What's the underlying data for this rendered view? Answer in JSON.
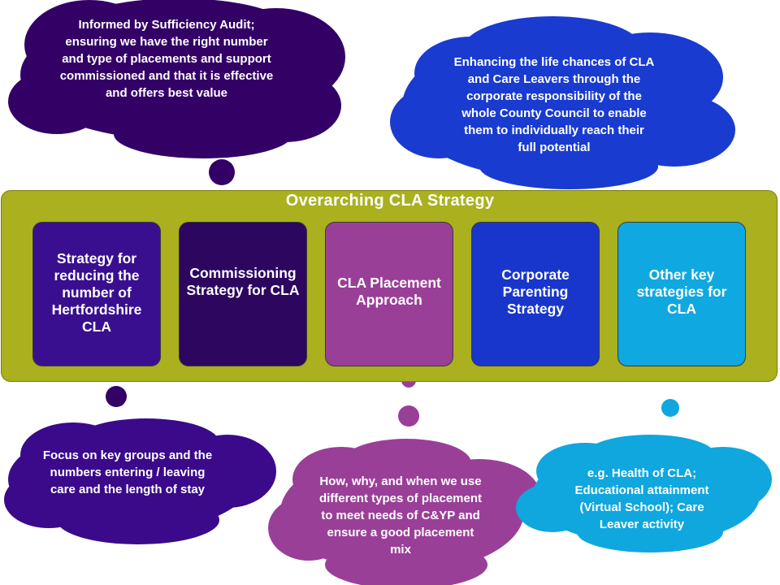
{
  "colors": {
    "dark_purple": "#3a0a6b",
    "purple": "#330066",
    "mauve": "#9a3f98",
    "blue": "#1a3bd0",
    "light_blue": "#0fa7de",
    "olive": "#aab01e"
  },
  "title": "Overarching CLA Strategy",
  "boxes": [
    {
      "label": "Strategy for reducing the number of Hertfordshire CLA",
      "color": "#3a0f8f"
    },
    {
      "label": "Commissioning Strategy for CLA",
      "color": "#2d0660"
    },
    {
      "label": "CLA Placement Approach",
      "color": "#9a3f98"
    },
    {
      "label": "Corporate Parenting Strategy",
      "color": "#1836cc"
    },
    {
      "label": "Other key strategies for CLA",
      "color": "#10a8e0"
    }
  ],
  "clouds": {
    "sufficiency": "Informed by Sufficiency Audit;  ensuring we have the right number and type of placements and support commissioned and that it is effective and offers best value",
    "life_chances": "Enhancing the life chances of CLA and Care Leavers through the corporate responsibility of the whole County Council to enable them to individually reach their full potential",
    "focus": "Focus on key groups and the numbers entering / leaving care and the length of stay",
    "placement": "How, why, and when we use different types of placement to meet needs of C&YP and ensure a good placement mix",
    "other": "e.g. Health of CLA; Educational attainment (Virtual School); Care Leaver activity"
  }
}
